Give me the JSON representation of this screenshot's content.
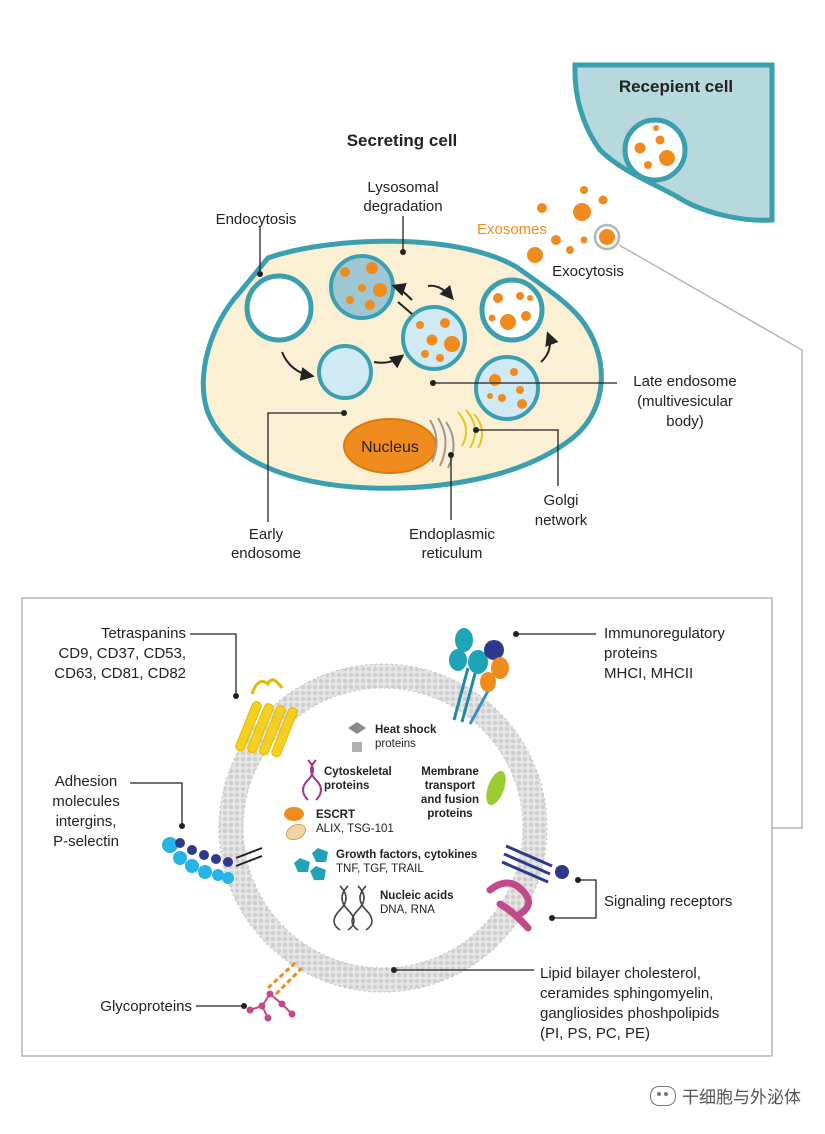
{
  "top": {
    "recipient_cell": "Recepient cell",
    "secreting_cell": "Secreting cell",
    "exosomes": "Exosomes",
    "exocytosis": "Exocytosis",
    "lysosomal_1": "Lysosomal",
    "lysosomal_2": "degradation",
    "endocytosis": "Endocytosis",
    "nucleus": "Nucleus",
    "late_endosome_1": "Late endosome",
    "late_endosome_2": "(multivesicular",
    "late_endosome_3": "body)",
    "golgi_1": "Golgi",
    "golgi_2": "network",
    "er_1": "Endoplasmic",
    "er_2": "reticulum",
    "early_1": "Early",
    "early_2": "endosome"
  },
  "bottom": {
    "tetraspanins_1": "Tetraspanins",
    "tetraspanins_2": "CD9, CD37, CD53,",
    "tetraspanins_3": "CD63, CD81, CD82",
    "adhesion_1": "Adhesion",
    "adhesion_2": "molecules",
    "adhesion_3": "intergins,",
    "adhesion_4": "P-selectin",
    "glycoproteins": "Glycoproteins",
    "immuno_1": "Immunoregulatory",
    "immuno_2": "proteins",
    "immuno_3": "MHCI, MHCII",
    "signaling": "Signaling receptors",
    "lipid_1": "Lipid bilayer cholesterol,",
    "lipid_2": "ceramides sphingomyelin,",
    "lipid_3": "gangliosides phoshpolipids",
    "lipid_4": "(PI, PS, PC, PE)",
    "heat_1": "Heat shock",
    "heat_2": "proteins",
    "cyto_1": "Cytoskeletal",
    "cyto_2": "proteins",
    "membrane_1": "Membrane",
    "membrane_2": "transport",
    "membrane_3": "and fusion",
    "membrane_4": "proteins",
    "escrt_1": "ESCRT",
    "escrt_2": "ALIX, TSG-101",
    "growth_1": "Growth factors, cytokines",
    "growth_2": "TNF, TGF, TRAIL",
    "nucleic_1": "Nucleic acids",
    "nucleic_2": "DNA, RNA"
  },
  "watermark": "干细胞与外泌体",
  "colors": {
    "teal": "#3aa0b0",
    "cell_fill": "#fcf0d4",
    "recipient_fill": "#b7d8dc",
    "vesicle_fill": "#cfe9f5",
    "orange": "#f08c1e",
    "membrane_gray": "#dcdcdc"
  }
}
